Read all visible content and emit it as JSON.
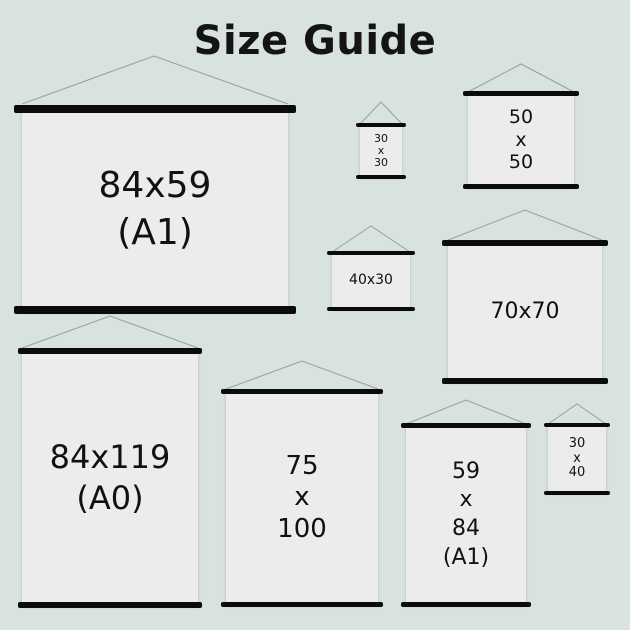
{
  "header": {
    "title": "Size Guide"
  },
  "posters": [
    {
      "id": "84x59-a1",
      "lines": [
        "84x59",
        "(A1)"
      ]
    },
    {
      "id": "30x30",
      "lines": [
        "30",
        "x",
        "30"
      ]
    },
    {
      "id": "50x50",
      "lines": [
        "50",
        "x",
        "50"
      ]
    },
    {
      "id": "40x30",
      "lines": [
        "40x30"
      ]
    },
    {
      "id": "70x70",
      "lines": [
        "70x70"
      ]
    },
    {
      "id": "84x119-a0",
      "lines": [
        "84x119",
        "(A0)"
      ]
    },
    {
      "id": "75x100",
      "lines": [
        "75",
        "x",
        "100"
      ]
    },
    {
      "id": "59x84-a1",
      "lines": [
        "59",
        "x",
        "84",
        "(A1)"
      ]
    },
    {
      "id": "30x40",
      "lines": [
        "30",
        "x",
        "40"
      ]
    }
  ],
  "colors": {
    "background": "#d8e2e0",
    "paper": "#ececea",
    "rail": "#0b0b0b"
  }
}
